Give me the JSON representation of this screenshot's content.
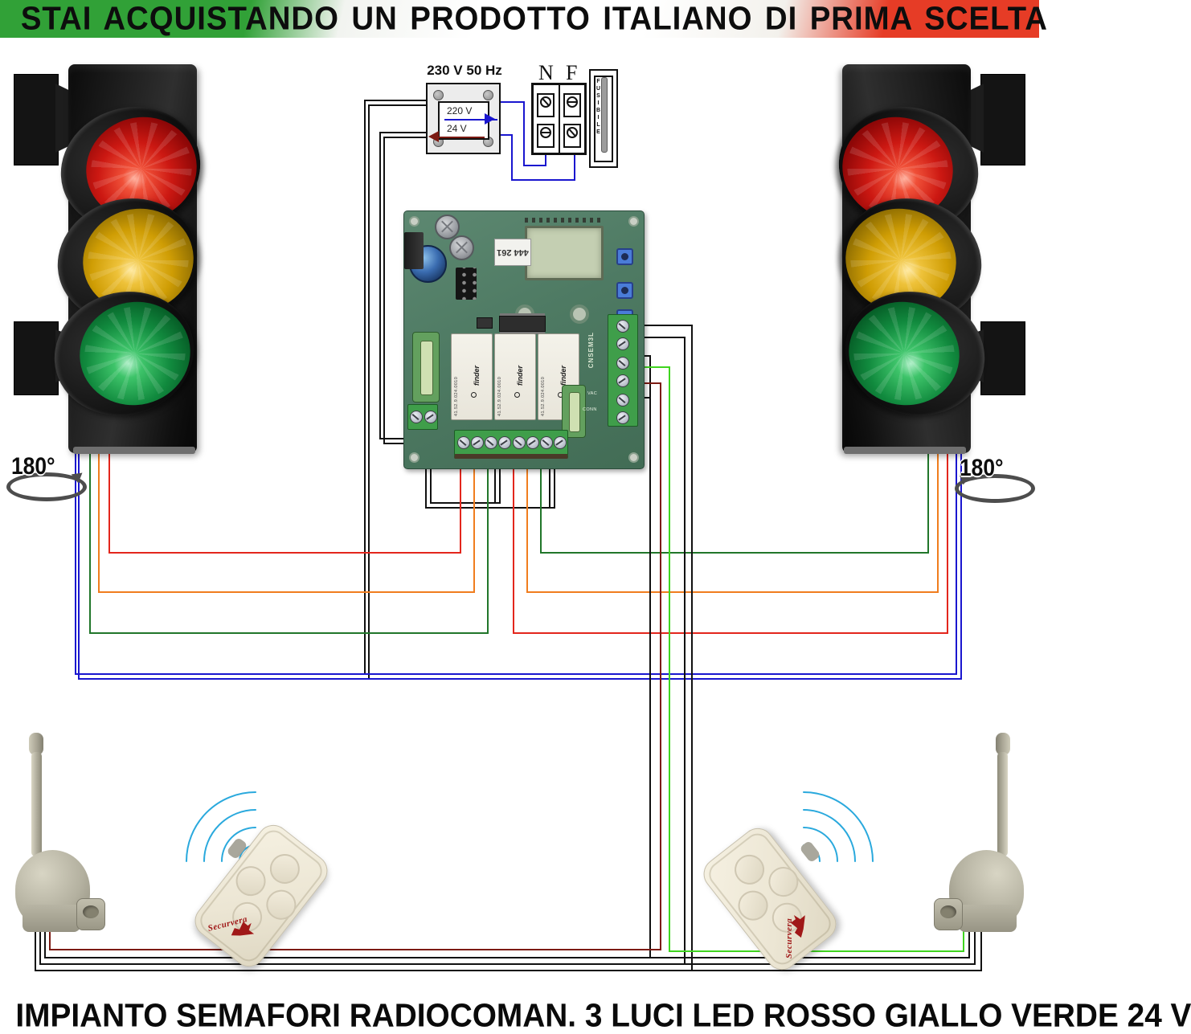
{
  "banner": {
    "text": "STAI ACQUISTANDO UN PRODOTTO ITALIANO DI PRIMA SCELTA"
  },
  "caption": {
    "text": "IMPIANTO SEMAFORI RADIOCOMAN. 3 LUCI LED ROSSO GIALLO VERDE 24 V"
  },
  "transformer": {
    "title": "230 V 50 Hz",
    "primary_label": "220 V",
    "secondary_label": "24 V"
  },
  "fuse_panel": {
    "neutral_label": "N",
    "phase_label": "F",
    "fuse_label": "FUSIBILE"
  },
  "pcb": {
    "board_label": "444 261",
    "silk_label": "CNSEM3L",
    "vac_label": "VAC",
    "conn_label": "CONN",
    "relays": [
      {
        "brand": "finder",
        "part": "41.52.9.024.0010"
      },
      {
        "brand": "finder",
        "part": "41.52.9.024.0010"
      },
      {
        "brand": "finder",
        "part": "41.52.9.024.0010"
      }
    ]
  },
  "rotation_badges": {
    "left": "180°",
    "right": "180°"
  },
  "remotes": {
    "logo_text": "Securvera"
  },
  "traffic_lights": {
    "light_order": [
      "red",
      "yellow",
      "green"
    ],
    "count": 2
  },
  "colors": {
    "banner_green": "#31a137",
    "banner_red": "#e63c26",
    "wire_blue": "#1a16cf",
    "wire_red": "#e3261c",
    "wire_orange": "#f07d1e",
    "wire_dark_green": "#21762a",
    "wire_light_green": "#3fd41f",
    "wire_dark_red": "#7c1a12",
    "wire_black": "#111111",
    "wave_blue": "#2aa9dd",
    "lens_red": "#cc1812",
    "lens_yellow": "#cf9d04",
    "lens_green": "#118a3e"
  }
}
